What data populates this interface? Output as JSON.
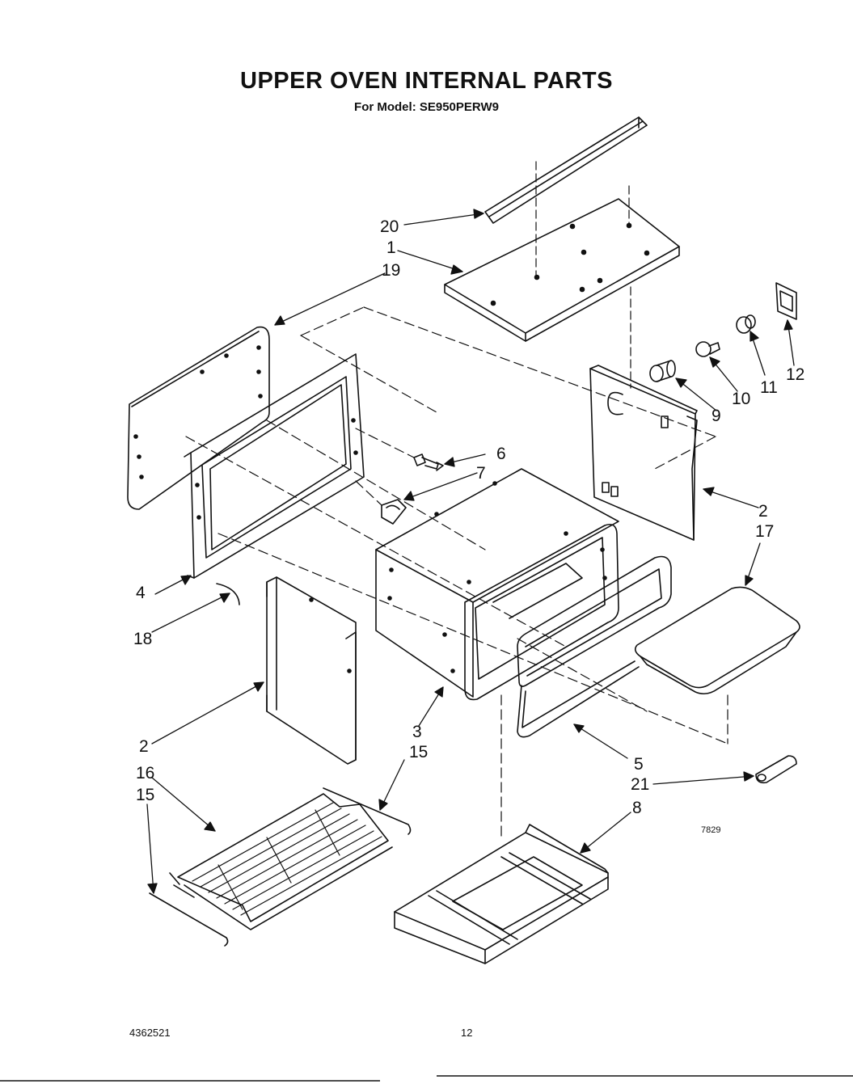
{
  "header": {
    "title": "UPPER OVEN INTERNAL PARTS",
    "model_line": "For Model: SE950PERW9"
  },
  "diagram_code": "7829",
  "footer": {
    "part_number": "4362521",
    "page_number": "12"
  },
  "callouts": {
    "c1": "1",
    "c2a": "2",
    "c2b": "2",
    "c3": "3",
    "c4": "4",
    "c5": "5",
    "c6": "6",
    "c7": "7",
    "c8": "8",
    "c9": "9",
    "c10": "10",
    "c11": "11",
    "c12": "12",
    "c15a": "15",
    "c15b": "15",
    "c16": "16",
    "c17": "17",
    "c18": "18",
    "c19": "19",
    "c20": "20",
    "c21": "21"
  }
}
